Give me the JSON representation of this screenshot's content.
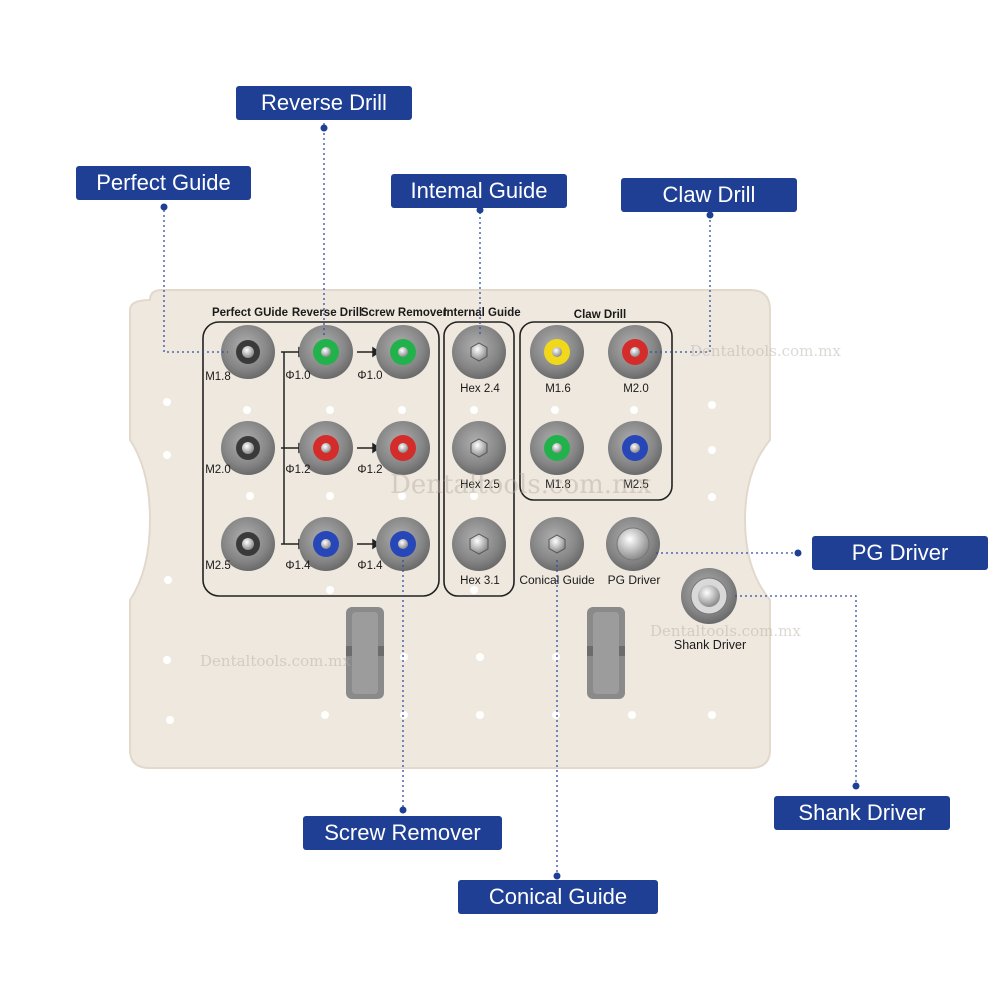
{
  "callouts": {
    "reverse_drill": "Reverse Drill",
    "perfect_guide": "Perfect Guide",
    "internal_guide": "Intemal Guide",
    "claw_drill": "Claw Drill",
    "pg_driver": "PG Driver",
    "shank_driver": "Shank Driver",
    "screw_remover": "Screw Remover",
    "conical_guide": "Conical Guide"
  },
  "tray": {
    "headers": {
      "perfect_guide": "Perfect GUide",
      "reverse_drill": "Reverse Drill",
      "screw_remover": "Screw Remover",
      "internal_guide": "Internal Guide",
      "claw_drill": "Claw Drill"
    },
    "labels": {
      "pg_m18": "M1.8",
      "pg_m20": "M2.0",
      "pg_m25": "M2.5",
      "rd_10": "Φ1.0",
      "rd_12": "Φ1.2",
      "rd_14": "Φ1.4",
      "sr_10": "Φ1.0",
      "sr_12": "Φ1.2",
      "sr_14": "Φ1.4",
      "hex_24": "Hex 2.4",
      "hex_25": "Hex 2.5",
      "hex_31": "Hex 3.1",
      "cd_m16": "M1.6",
      "cd_m20": "M2.0",
      "cd_m18": "M1.8",
      "cd_m25": "M2.5",
      "conical_guide": "Conical Guide",
      "pg_driver": "PG Driver",
      "shank_driver": "Shank Driver"
    },
    "colors": {
      "green": "#22b24c",
      "red": "#d42b2b",
      "blue": "#2746b8",
      "yellow": "#f2d81a",
      "socket_grey": "#8f8f8f",
      "board": "#efe8de",
      "callout_blue": "#1f3f95"
    }
  },
  "watermark": "Dentaltools.com.mx"
}
